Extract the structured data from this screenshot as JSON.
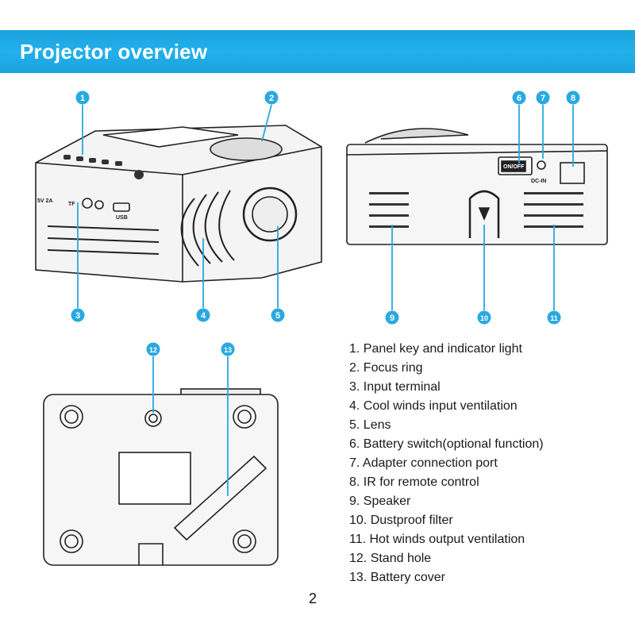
{
  "header": {
    "title": "Projector overview",
    "color": "#1ea8e2"
  },
  "callouts": [
    "1",
    "2",
    "3",
    "4",
    "5",
    "6",
    "7",
    "8",
    "9",
    "10",
    "11",
    "12",
    "13"
  ],
  "device_labels": {
    "power_rating": "5V 2A",
    "tf": "TF",
    "usb": "USB",
    "on_off": "ON/OFF",
    "dc_in": "DC-IN"
  },
  "legend": [
    "1. Panel key and indicator light",
    "2. Focus ring",
    "3. Input terminal",
    "4. Cool winds input ventilation",
    "5. Lens",
    "6. Battery switch(optional function)",
    "7. Adapter connection port",
    "8. IR  for  remote  control",
    "9. Speaker",
    "10. Dustproof filter",
    "11. Hot winds output ventilation",
    "12. Stand hole",
    "13. Battery cover"
  ],
  "page_number": "2"
}
